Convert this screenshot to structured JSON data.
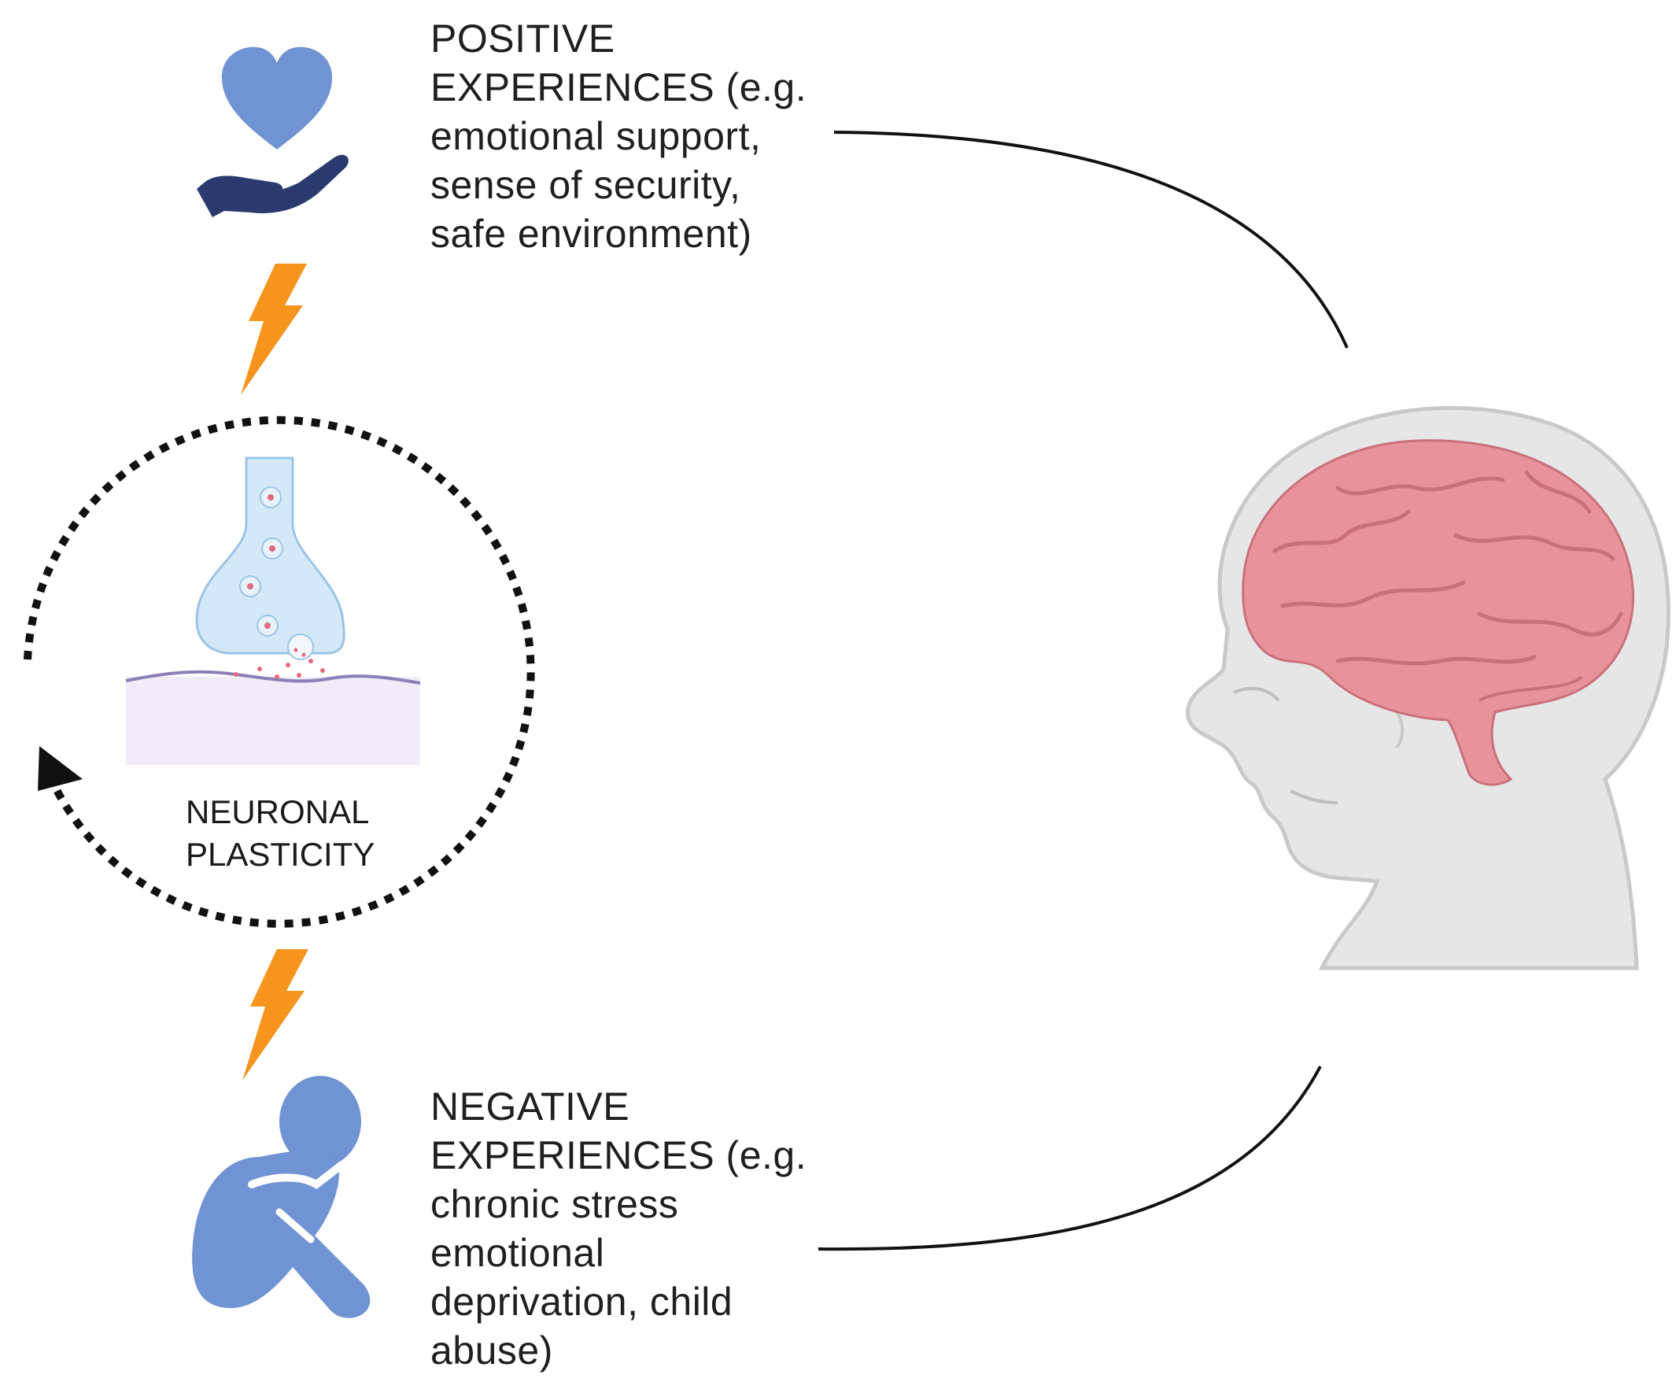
{
  "positive": {
    "lines": [
      "POSITIVE",
      "EXPERIENCES (e.g.",
      "emotional support,",
      "sense of security,",
      "safe environment)"
    ]
  },
  "negative": {
    "lines": [
      "NEGATIVE",
      "EXPERIENCES (e.g.",
      "chronic stress",
      "emotional",
      "deprivation, child",
      "abuse)"
    ]
  },
  "plasticity": {
    "lines": [
      "NEURONAL",
      "PLASTICITY"
    ]
  },
  "colors": {
    "heart": "#6f93d3",
    "hand": "#2a3a6e",
    "person": "#6f93d3",
    "lightning": "#f7941d",
    "synapse_fill": "#d5e8f7",
    "synapse_stroke": "#9cc4e6",
    "membrane": "#8a7fb8",
    "tissue": "#f1ecf8",
    "brain": "#e8939b",
    "brain_dark": "#c9707b",
    "head": "#e6e6e6",
    "head_outline": "#c9c9c9",
    "arrow_line": "#111111"
  },
  "icons": [
    "heart-in-hand-icon",
    "lightning-icon",
    "synapse-icon",
    "cycle-arrow-icon",
    "child-crouching-icon",
    "baby-brain-icon"
  ]
}
